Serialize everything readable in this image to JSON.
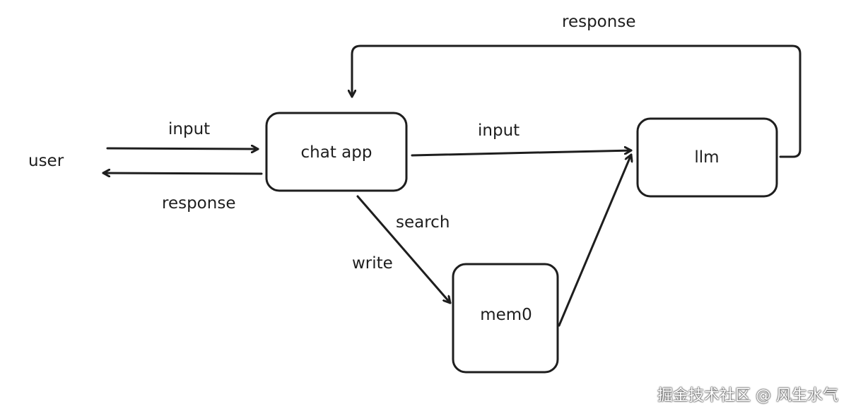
{
  "nodes": {
    "user": "user",
    "chat_app": "chat app",
    "llm": "llm",
    "mem0": "mem0"
  },
  "edges": {
    "user_to_chat_input": "input",
    "chat_to_user_response": "response",
    "chat_to_llm_input": "input",
    "llm_to_chat_response": "response",
    "chat_mem0_search": "search",
    "chat_mem0_write": "write"
  },
  "watermark": "掘金技术社区 @ 风生水气",
  "colors": {
    "stroke": "#1e1e1e",
    "background": "#ffffff"
  }
}
